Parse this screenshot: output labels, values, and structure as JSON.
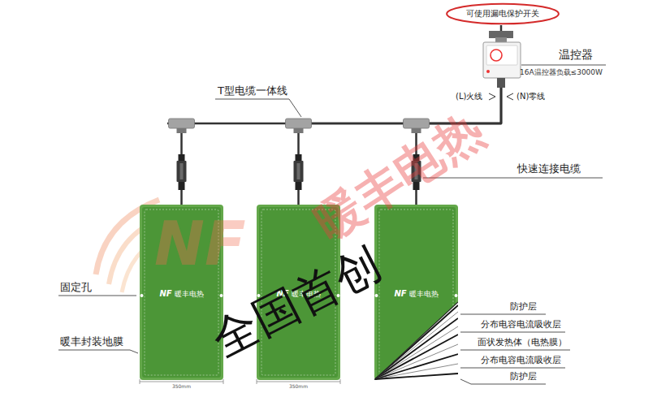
{
  "diagram": {
    "nodes": [
      {
        "text": [
          "可使用漏电保护开关"
        ]
      },
      {
        "text": [
          "温控器",
          "16A温控器负载≤3000W"
        ]
      },
      {
        "text": [
          "NF",
          "暖丰电热"
        ]
      },
      {
        "text": [
          "NF",
          "暖丰电热"
        ]
      },
      {
        "text": [
          "NF",
          "暖丰电热"
        ]
      }
    ],
    "edges": [
      {
        "from": 0,
        "to": 1,
        "arrow": "none"
      },
      {
        "from": 1,
        "to": 2,
        "arrow": "none"
      },
      {
        "from": 1,
        "to": 3,
        "arrow": "none"
      },
      {
        "from": 1,
        "to": 4,
        "arrow": "none"
      }
    ],
    "labels": [
      "T型电缆一体线",
      "(L)火线",
      "(N)零线",
      "快速连接电缆",
      "固定孔",
      "暖丰封装地膜",
      "防护层",
      "分布电容电流吸收层",
      "面状发热体（电热膜）",
      "分布电容电流吸收层",
      "防护层",
      "350mm",
      "350mm",
      "全国首创",
      "暖丰电热",
      "NF"
    ]
  }
}
